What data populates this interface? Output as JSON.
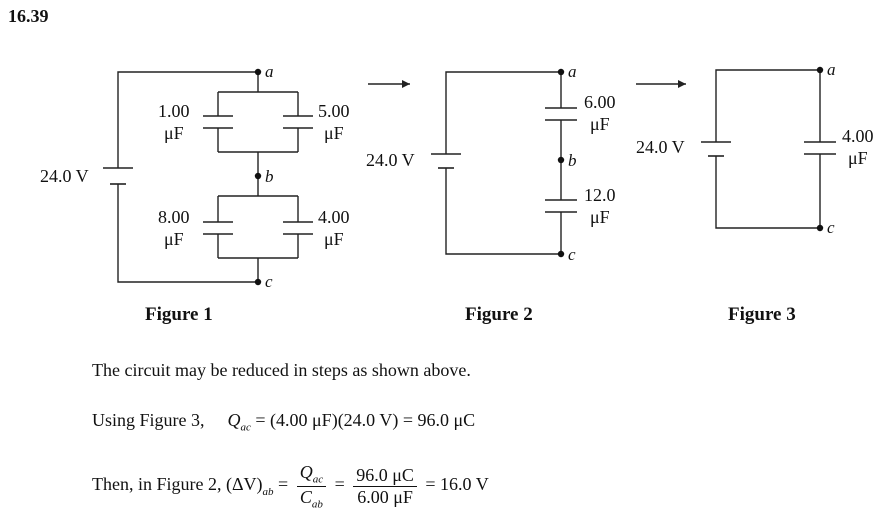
{
  "problem": {
    "number": "16.39"
  },
  "figure1": {
    "title": "Figure 1",
    "voltage": "24.0 V",
    "cap_top_left": [
      "1.00",
      "μF"
    ],
    "cap_top_right": [
      "5.00",
      "μF"
    ],
    "cap_bottom_left": [
      "8.00",
      "μF"
    ],
    "cap_bottom_right": [
      "4.00",
      "μF"
    ],
    "node_a": "a",
    "node_b": "b",
    "node_c": "c"
  },
  "figure2": {
    "title": "Figure 2",
    "voltage": "24.0 V",
    "cap_top": [
      "6.00",
      "μF"
    ],
    "cap_bottom": [
      "12.0",
      "μF"
    ],
    "node_a": "a",
    "node_b": "b",
    "node_c": "c"
  },
  "figure3": {
    "title": "Figure 3",
    "voltage": "24.0 V",
    "cap": [
      "4.00",
      "μF"
    ],
    "node_a": "a",
    "node_c": "c"
  },
  "text": {
    "line1": "The circuit may be reduced in steps as shown above.",
    "line2_intro": "Using Figure 3,",
    "line2_Q": "Q",
    "line2_Q_sub": "ac",
    "line2_expr": "= (4.00 μF)(24.0 V) = 96.0 μC",
    "line3_intro": "Then, in Figure 2,",
    "line3_lhs": "(ΔV)",
    "line3_lhs_sub": "ab",
    "line3_frac1_num": "Q",
    "line3_frac1_num_sub": "ac",
    "line3_frac1_den": "C",
    "line3_frac1_den_sub": "ab",
    "line3_frac2_num": "96.0 μC",
    "line3_frac2_den": "6.00 μF",
    "line3_result": "= 16.0 V"
  }
}
